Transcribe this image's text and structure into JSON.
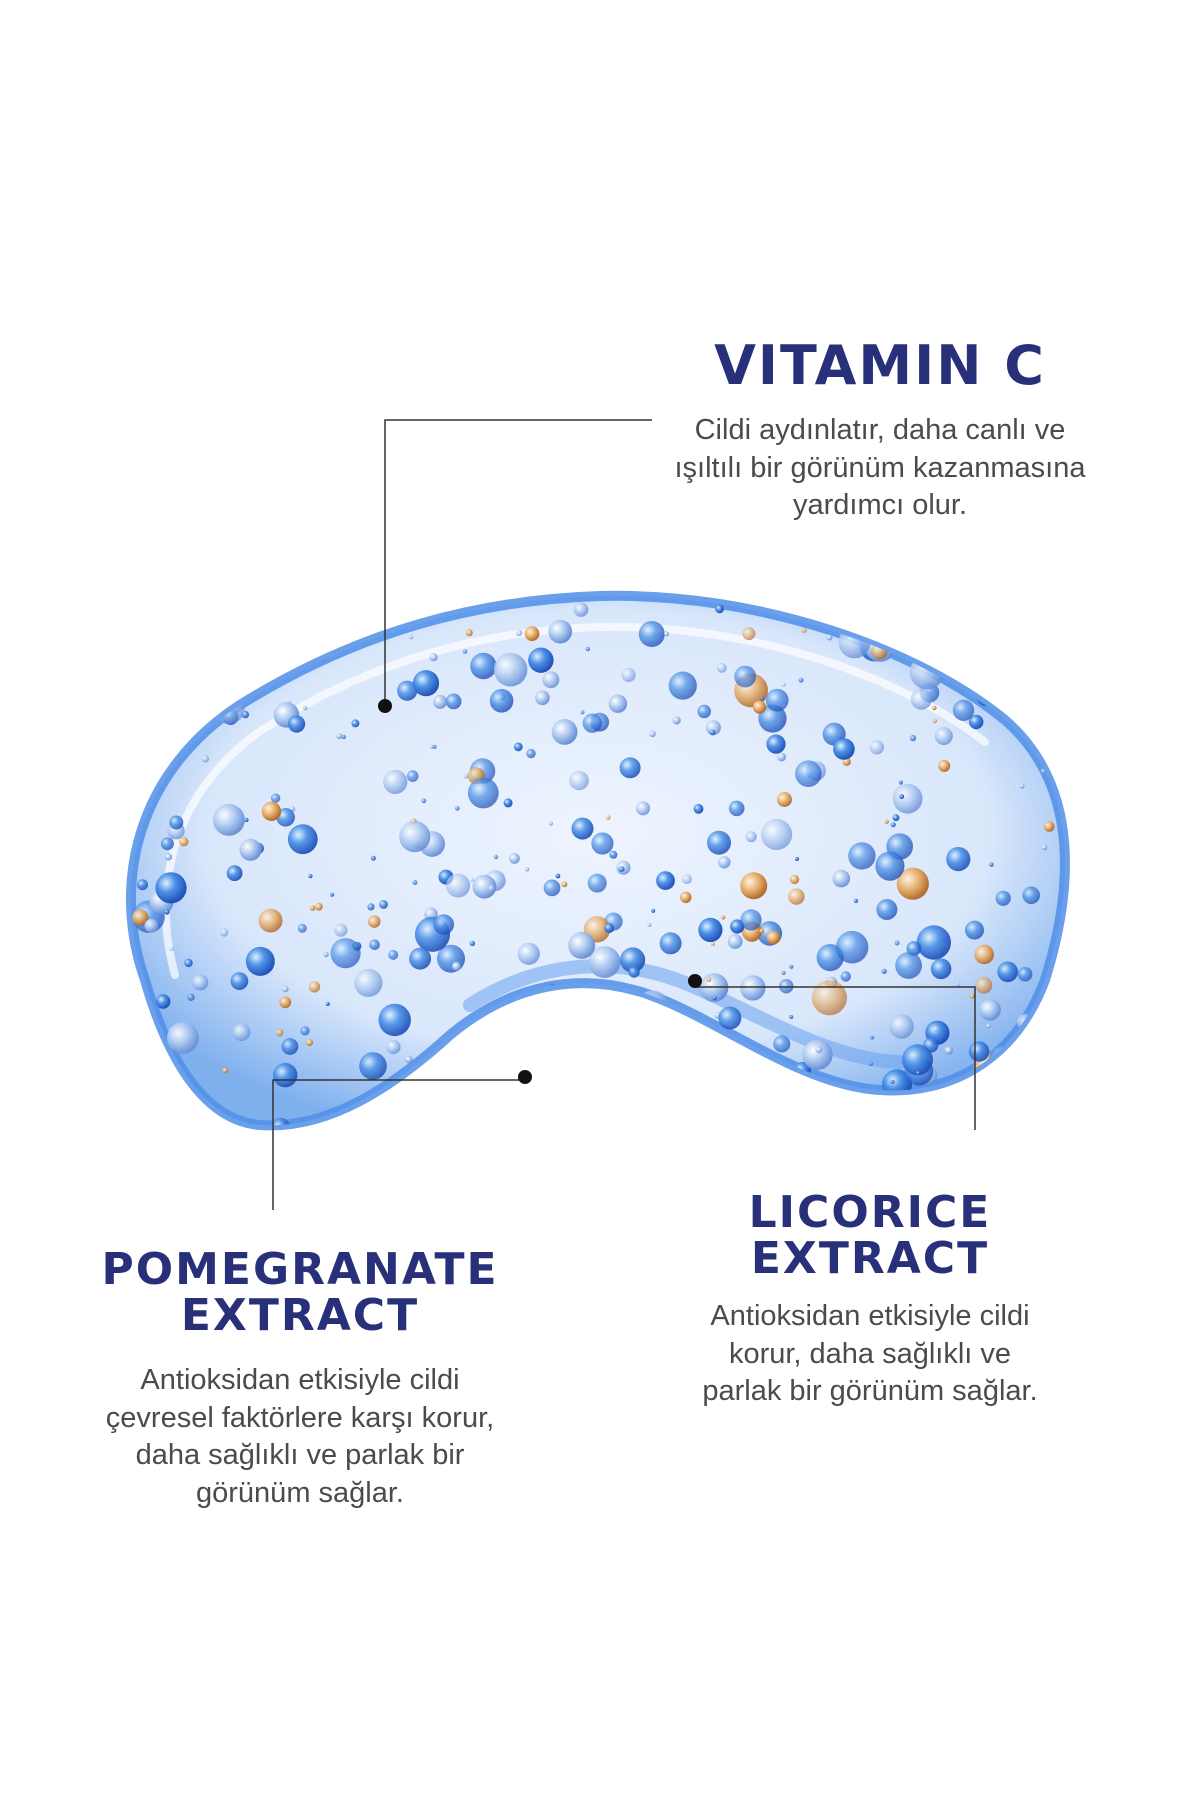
{
  "colors": {
    "heading": "#28307a",
    "body_text": "#4b4b4b",
    "leader_line": "#333333",
    "gel_blue": "#3a7fe0"
  },
  "callouts": {
    "vitamin_c": {
      "title": "VITAMIN C",
      "description_lines": [
        "Cildi aydınlatır, daha canlı ve",
        "ışıltılı bir görünüm kazanmasına",
        "yardımcı olur."
      ]
    },
    "licorice": {
      "title_lines": [
        "LICORICE",
        "EXTRACT"
      ],
      "description_lines": [
        "Antioksidan etkisiyle cildi",
        "korur, daha sağlıklı ve",
        "parlak bir görünüm sağlar."
      ]
    },
    "pomegranate": {
      "title_lines": [
        "POMEGRANATE",
        "EXTRACT"
      ],
      "description_lines": [
        "Antioksidan etkisiyle cildi",
        "çevresel faktörlere karşı korur,",
        "daha sağlıklı ve parlak bir",
        "görünüm sağlar."
      ]
    }
  },
  "image": {
    "subject": "gel-swatch-with-beads",
    "icons": [
      "leader-dot",
      "leader-dot",
      "leader-dot"
    ]
  }
}
